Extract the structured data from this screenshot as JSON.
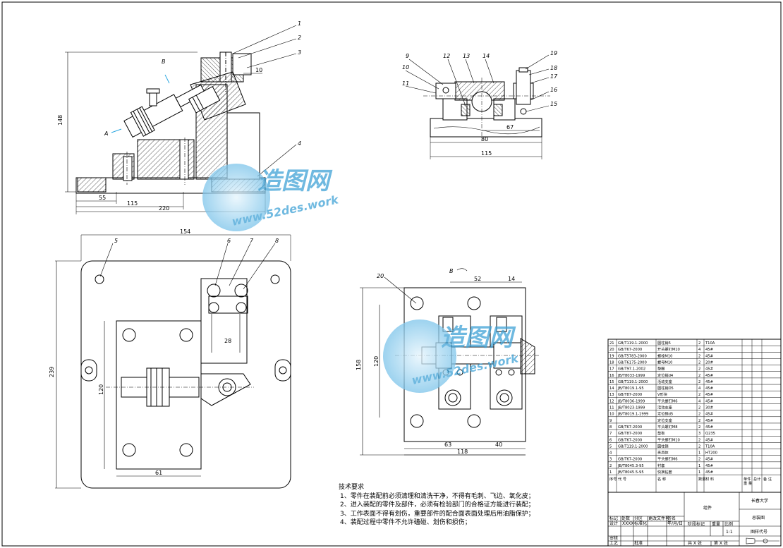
{
  "balloons": {
    "b1": "1",
    "b2": "2",
    "b3": "3",
    "b4": "4",
    "b5": "5",
    "b6": "6",
    "b7": "7",
    "b8": "8",
    "b9": "9",
    "b10": "10",
    "b11": "11",
    "b12": "12",
    "b13": "13",
    "b14": "14",
    "b15": "15",
    "b16": "16",
    "b17": "17",
    "b18": "18",
    "b19": "19",
    "b20": "20"
  },
  "view_labels": {
    "a": "A",
    "b": "B",
    "b_arrow": "B"
  },
  "dimensions": {
    "front_height": "148",
    "front_10": "10",
    "front_55": "55",
    "front_115": "115",
    "front_220": "220",
    "side_67": "67",
    "side_80": "80",
    "side_115": "115",
    "top_154": "154",
    "top_239": "239",
    "top_120": "120",
    "top_28": "28",
    "top_61": "61",
    "b_158": "158",
    "b_120": "120",
    "b_63": "63",
    "b_40": "40",
    "b_118": "118",
    "b_52": "52",
    "b_14": "14"
  },
  "watermark": {
    "brand": "造图网",
    "url": "www.52des.work"
  },
  "tech_requirements": {
    "title": "技术要求",
    "items": [
      "1、零件在装配前必须清理和清洗干净，不得有毛刺、飞边、氧化皮；",
      "2、进入装配的零件及部件，必须有检验部门的合格证方能进行装配；",
      "3、工作表面不得有划伤，重要部件的配合面表面处理后用油脂保护；",
      "4、装配过程中零件不允许磕碰、划伤和损伤；"
    ]
  },
  "bom": {
    "rows": [
      {
        "no": "21",
        "code": "GB/T119.1-2000",
        "name": "圆柱销5",
        "qty": "2",
        "mat": "T10A"
      },
      {
        "no": "20",
        "code": "GB/T67-2000",
        "name": "开头螺钉M10",
        "qty": "4",
        "mat": "45#"
      },
      {
        "no": "19",
        "code": "GB/T5783-2000",
        "name": "螺栓M10",
        "qty": "2",
        "mat": "45#"
      },
      {
        "no": "18",
        "code": "GB/T6175-2000",
        "name": "螺母M10",
        "qty": "2",
        "mat": "20#"
      },
      {
        "no": "17",
        "code": "GB/T97.1-2002",
        "name": "垫圈",
        "qty": "2",
        "mat": "45#"
      },
      {
        "no": "16",
        "code": "JB/T8033-1999",
        "name": "定位销d4",
        "qty": "2",
        "mat": "45#"
      },
      {
        "no": "15",
        "code": "GB/T119.1-2000",
        "name": "活动支座",
        "qty": "2",
        "mat": "45#"
      },
      {
        "no": "14",
        "code": "JB/T8019.1-95",
        "name": "圆柱销D5",
        "qty": "4",
        "mat": "45#"
      },
      {
        "no": "13",
        "code": "GB/T87-2000",
        "name": "V形块",
        "qty": "2",
        "mat": "45#"
      },
      {
        "no": "12",
        "code": "JB/T8036-1999",
        "name": "平头螺钉M6",
        "qty": "4",
        "mat": "45#"
      },
      {
        "no": "11",
        "code": "JB/T8023-1999",
        "name": "活动支座",
        "qty": "2",
        "mat": "30#"
      },
      {
        "no": "10",
        "code": "JB/T8019.1-1999",
        "name": "定位销d5",
        "qty": "2",
        "mat": "45#"
      },
      {
        "no": "9",
        "code": "",
        "name": "定位支座",
        "qty": "2",
        "mat": "45#"
      },
      {
        "no": "8",
        "code": "GB/T67-2000",
        "name": "平头螺钉M8",
        "qty": "2",
        "mat": "45#"
      },
      {
        "no": "7",
        "code": "GB/T87-2000",
        "name": "垫板",
        "qty": "3",
        "mat": "Q235"
      },
      {
        "no": "6",
        "code": "GB/T67-2000",
        "name": "平头螺钉M10",
        "qty": "2",
        "mat": "45#"
      },
      {
        "no": "5",
        "code": "GB/T119.1-2000",
        "name": "圆柱销",
        "qty": "2",
        "mat": "T10A"
      },
      {
        "no": "4",
        "code": "",
        "name": "夹具体",
        "qty": "1",
        "mat": "HT200"
      },
      {
        "no": "3",
        "code": "GB/T67-2000",
        "name": "平头螺钉M6",
        "qty": "2",
        "mat": "45#"
      },
      {
        "no": "2",
        "code": "JB/T8045.3-95",
        "name": "衬套",
        "qty": "1",
        "mat": "45#"
      },
      {
        "no": "1",
        "code": "JB/T8045.5-95",
        "name": "快换钻套",
        "qty": "1",
        "mat": "45#"
      }
    ],
    "header": {
      "no": "序号",
      "code": "代  号",
      "name": "名  称",
      "qty": "数量",
      "mat": "材  料",
      "unit": "单件",
      "total": "总计",
      "weight": "重  量",
      "note": "备  注"
    }
  },
  "title_block": {
    "assembly": "组件",
    "school": "长春大学",
    "drawing": "总装图",
    "code_label": "图样代号",
    "mark_label": "标记",
    "count_label": "处数",
    "zone_label": "分区",
    "change_label": "更改文件号",
    "sign_label": "签名",
    "date_label": "年/月/日",
    "design_label": "设计",
    "std_label": "标准化",
    "check_label": "审核",
    "process_label": "工艺",
    "approve_label": "批准",
    "stage_label": "阶段标记",
    "weight_label": "重量",
    "scale_label": "比例",
    "scale": "1:1",
    "sheets": "共 X 张",
    "sheet": "第 X 张",
    "designer": "XXXX"
  }
}
